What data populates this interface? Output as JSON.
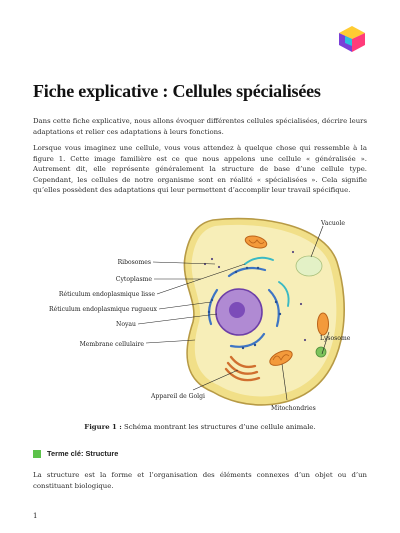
{
  "logo": {
    "icon": "brand-cube-icon",
    "colors": [
      "#7a3fd8",
      "#2bbfe0",
      "#ff3c7a",
      "#ffcc33"
    ]
  },
  "title": "Fiche explicative : Cellules spécialisées",
  "intro": "Dans cette fiche explicative, nous allons évoquer différentes cellules spécialisées, décrire leurs adaptations et relier ces adaptations à leurs fonctions.",
  "paragraph2": "Lorsque vous imaginez une cellule, vous vous attendez à quelque chose qui ressemble à la figure 1. Cette image familière est ce que nous appelons une cellule « généralisée ». Autrement dit, elle représente généralement la structure de base d’une cellule type. Cependant, les cellules de notre organisme sont en réalité « spécialisées ». Cela signifie qu’elles possèdent des adaptations qui leur permettent d’accomplir leur travail spécifique.",
  "figure": {
    "labels": {
      "vacuole": "Vacuole",
      "ribosomes": "Ribosomes",
      "cytoplasme": "Cytoplasme",
      "reticulum_lisse": "Réticulum endoplasmique lisse",
      "reticulum_rugueux": "Réticulum endoplasmique rugueux",
      "noyau": "Noyau",
      "membrane": "Membrane cellulaire",
      "lysosome": "Lysosome",
      "golgi": "Appareil de Golgi",
      "mitochondries": "Mitochondries"
    },
    "caption_label": "Figure 1 :",
    "caption_text": " Schéma montrant les structures d’une cellule animale."
  },
  "key_term": {
    "icon": "green-square-icon",
    "label": "Terme clé: Structure",
    "color": "#5cc24a"
  },
  "definition": "La structure est la forme et l’organisation des éléments connexes d’un objet ou d’un constituant biologique.",
  "page_number": "1"
}
